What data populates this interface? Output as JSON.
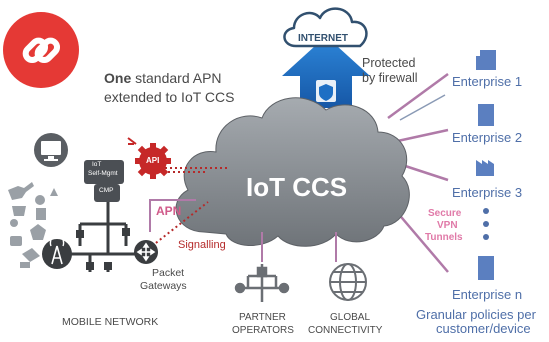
{
  "link_icon": "chain-link-icon",
  "intro": {
    "bold": "One",
    "line1_rest": "standard APN",
    "line2": "extended to IoT CCS"
  },
  "cloud": {
    "label": "IoT CCS"
  },
  "internet": {
    "label": "INTERNET"
  },
  "firewall": {
    "line1": "Protected",
    "line2": "by firewall"
  },
  "api_badge": {
    "label": "API"
  },
  "apn": {
    "label": "APN"
  },
  "signalling": {
    "label": "Signalling"
  },
  "left_panel": {
    "iot_self_mgmt_line1": "IoT",
    "iot_self_mgmt_line2": "Self-Mgmt",
    "cmp": "CMP",
    "packet_gateways_line1": "Packet",
    "packet_gateways_line2": "Gateways",
    "mobile_network": "MOBILE NETWORK"
  },
  "bottom": {
    "partner_line1": "PARTNER",
    "partner_line2": "OPERATORS",
    "global_line1": "GLOBAL",
    "global_line2": "CONNECTIVITY"
  },
  "enterprises": [
    "Enterprise 1",
    "Enterprise 2",
    "Enterprise 3",
    "Enterprise n"
  ],
  "secure_vpn": {
    "line1": "Secure",
    "line2": "VPN",
    "line3": "Tunnels"
  },
  "granular": {
    "line1": "Granular policies per",
    "line2": "customer/device"
  },
  "colors": {
    "red": "#e53935",
    "blue_arrow": "#1e6fc4",
    "cloud_fill": "#8c9196",
    "pink": "#d05a8a",
    "enterprise_blue": "#4f6fa8",
    "dark": "#3a3d40"
  }
}
